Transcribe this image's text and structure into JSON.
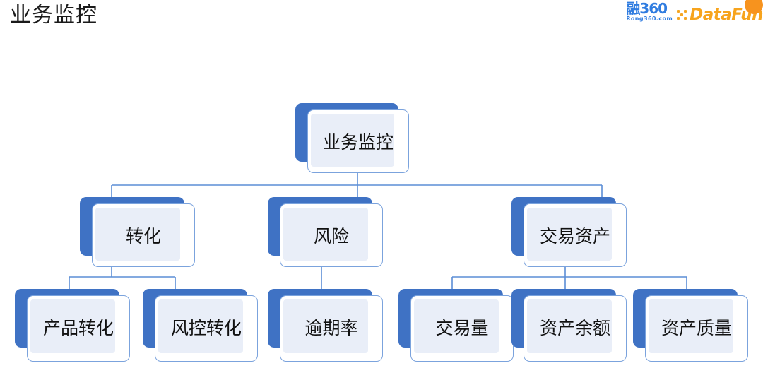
{
  "header": {
    "title": "业务监控"
  },
  "logos": {
    "rong": {
      "mark": "融360",
      "han": "融",
      "digits": "360",
      "sub": "Rong360.com",
      "color": "#2f7ce0"
    },
    "datafun": {
      "text": "DataFun",
      "color": "#f7a41d",
      "dots_name": "datafun-dot-matrix-icon"
    }
  },
  "diagram": {
    "type": "tree",
    "accent_solid": "#3f72c4",
    "accent_fill": "#e9eef8",
    "accent_border": "#7ba3dd",
    "connector_color": "#5b8ed6",
    "levels": [
      {
        "level": 1,
        "nodes": [
          {
            "id": "root",
            "label": "业务监控"
          }
        ]
      },
      {
        "level": 2,
        "nodes": [
          {
            "id": "conversion",
            "label": "转化",
            "parent": "root"
          },
          {
            "id": "risk",
            "label": "风险",
            "parent": "root"
          },
          {
            "id": "assets",
            "label": "交易资产",
            "parent": "root"
          }
        ]
      },
      {
        "level": 3,
        "nodes": [
          {
            "id": "product-conversion",
            "label": "产品转化",
            "parent": "conversion"
          },
          {
            "id": "riskctrl-conversion",
            "label": "风控转化",
            "parent": "conversion"
          },
          {
            "id": "overdue-rate",
            "label": "逾期率",
            "parent": "risk"
          },
          {
            "id": "trade-volume",
            "label": "交易量",
            "parent": "assets"
          },
          {
            "id": "asset-balance",
            "label": "资产余额",
            "parent": "assets"
          },
          {
            "id": "asset-quality",
            "label": "资产质量",
            "parent": "assets"
          }
        ]
      }
    ]
  }
}
